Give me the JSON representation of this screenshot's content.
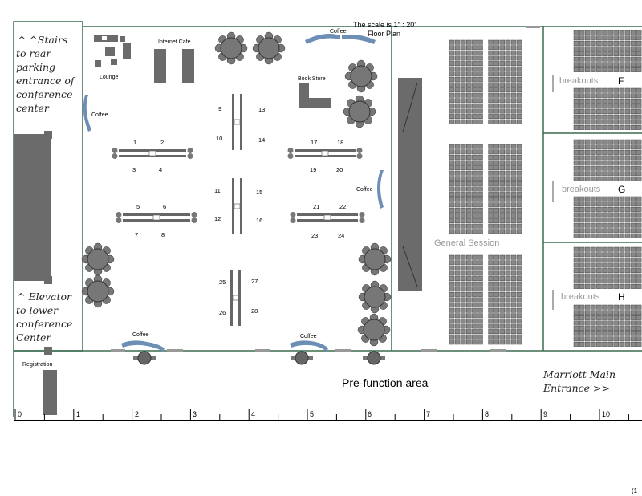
{
  "colors": {
    "wall": "#3b6b4f",
    "furniture": "#6b6b6b",
    "coffee": "#6d8fb5",
    "chair": "#777777"
  },
  "header": {
    "scale": "The scale is 1\" : 20'",
    "floor_plan": "Floor Plan"
  },
  "notes": {
    "stairs": [
      "^ ^Stairs",
      "to rear",
      "parking",
      "entrance of",
      "conference",
      "center"
    ],
    "elevator": [
      "^ Elevator",
      "to lower",
      "conference",
      "Center"
    ],
    "entrance": [
      "Marriott Main",
      "Entrance >>"
    ]
  },
  "areas": {
    "internet_cafe": "Internet Cafe",
    "lounge": "Lounge",
    "book_store": "Book Store",
    "registration": "Registration",
    "prefunction": "Pre-function area",
    "general_session": "General Session",
    "coffee": "Coffee"
  },
  "breakouts": [
    {
      "label": "breakouts",
      "letter": "F"
    },
    {
      "label": "breakouts",
      "letter": "G"
    },
    {
      "label": "breakouts",
      "letter": "H"
    }
  ],
  "tables": [
    "1",
    "2",
    "3",
    "4",
    "5",
    "6",
    "7",
    "8",
    "9",
    "10",
    "11",
    "12",
    "13",
    "14",
    "15",
    "16",
    "17",
    "18",
    "19",
    "20",
    "21",
    "22",
    "23",
    "24",
    "25",
    "26",
    "27",
    "28"
  ],
  "ruler": {
    "ticks": [
      "0",
      "1",
      "2",
      "3",
      "4",
      "5",
      "6",
      "7",
      "8",
      "9",
      "10"
    ]
  },
  "footer": {
    "page": "(1"
  }
}
